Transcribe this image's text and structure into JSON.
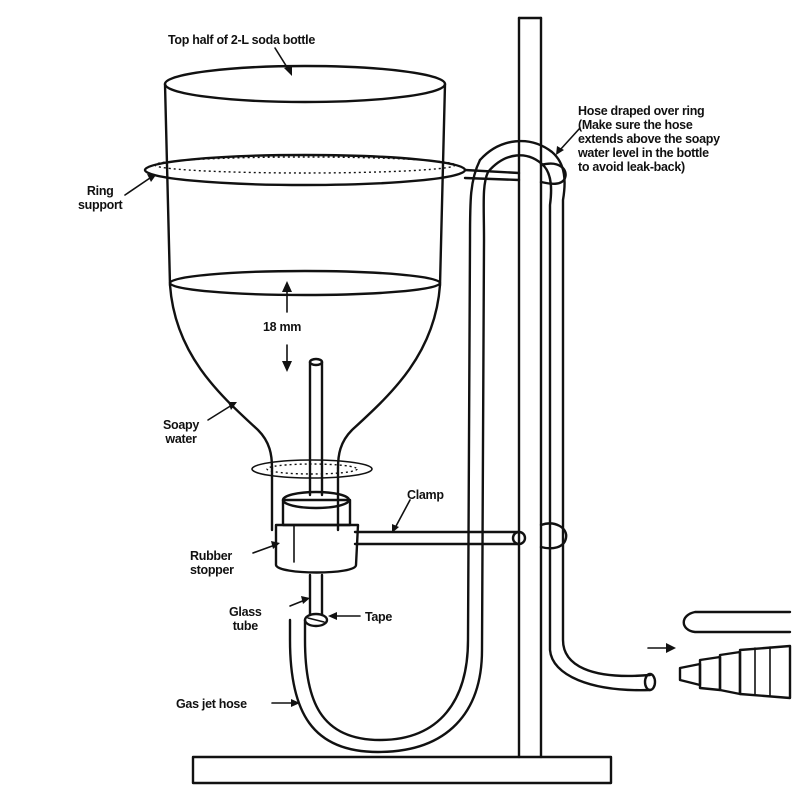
{
  "labels": {
    "top_bottle": "Top half of 2-L soda bottle",
    "hose_draped": [
      "Hose draped over ring",
      "(Make sure the hose",
      "extends above the soapy",
      "water level in the bottle",
      "to avoid leak-back)"
    ],
    "ring_support": [
      "Ring",
      "support"
    ],
    "distance": "18 mm",
    "soapy_water": [
      "Soapy",
      "water"
    ],
    "clamp": "Clamp",
    "rubber_stopper": [
      "Rubber",
      "stopper"
    ],
    "glass_tube": [
      "Glass",
      "tube"
    ],
    "tape": "Tape",
    "gas_jet_hose": "Gas jet hose"
  },
  "colors": {
    "ink": "#111111",
    "background": "#ffffff"
  }
}
